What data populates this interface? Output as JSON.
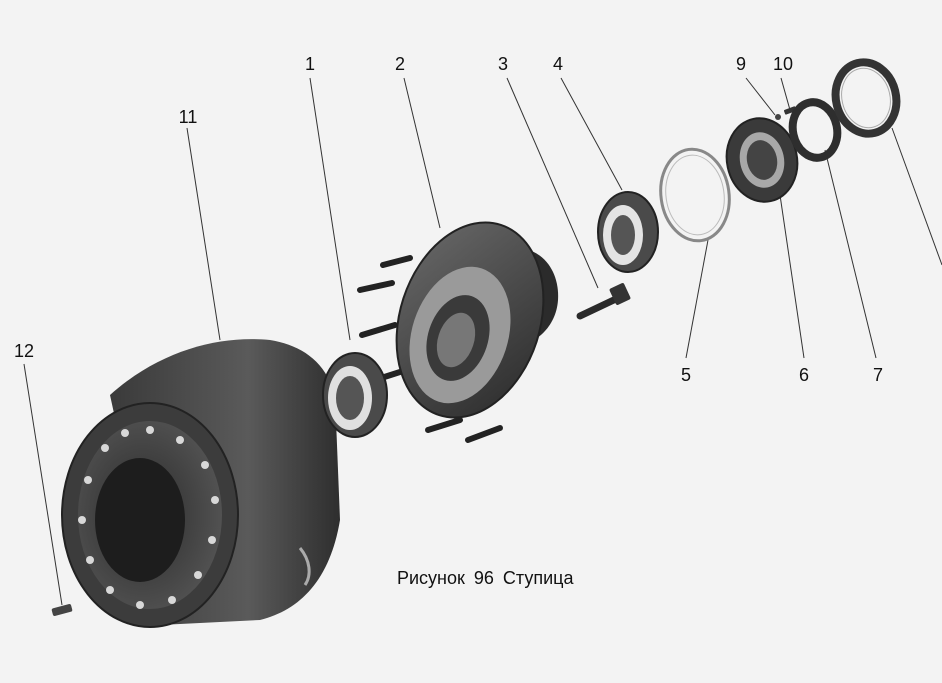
{
  "caption": "Рисунок 96 Ступица",
  "callouts": [
    "1",
    "2",
    "3",
    "4",
    "5",
    "6",
    "7",
    "9",
    "10",
    "11",
    "12"
  ]
}
